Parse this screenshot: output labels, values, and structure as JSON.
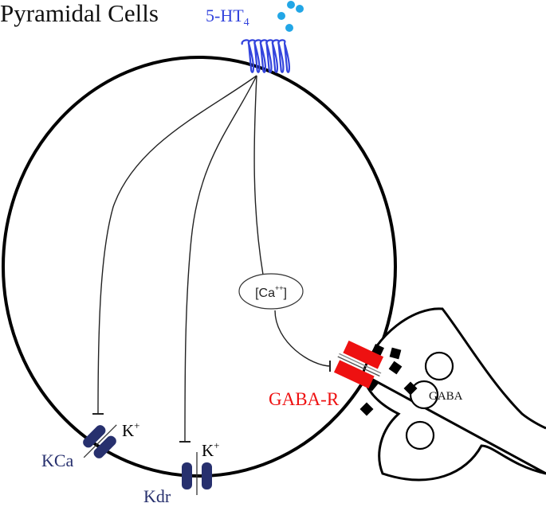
{
  "title": "Pyramidal Cells",
  "receptor": {
    "label_main": "5-HT",
    "label_sub": "4"
  },
  "calcium": {
    "label": "[Ca",
    "superscript": "++",
    "close": "]"
  },
  "channels": {
    "kca": {
      "label": "KCa",
      "ion": "K",
      "ion_charge": "+"
    },
    "kdr": {
      "label": "Kdr",
      "ion": "K",
      "ion_charge": "+"
    },
    "gaba_r": {
      "label": "GABA-R"
    }
  },
  "terminal": {
    "label": "GABA"
  },
  "colors": {
    "receptor": "#3344dd",
    "serotonin_dots": "#22a6e6",
    "potassium_channel": "#27306e",
    "gaba_receptor": "#ee1111",
    "gaba_ligand": "#000000",
    "membrane": "#000000"
  }
}
